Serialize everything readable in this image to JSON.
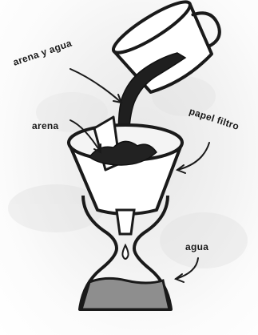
{
  "labels": {
    "sand_and_water": "arena y agua",
    "sand": "arena",
    "filter_paper": "papel filtro",
    "water": "agua"
  },
  "colors": {
    "ink": "#1a1a1a",
    "sand": "#222222",
    "glass_fill": "#ffffff",
    "water": "#8e8e8e"
  }
}
